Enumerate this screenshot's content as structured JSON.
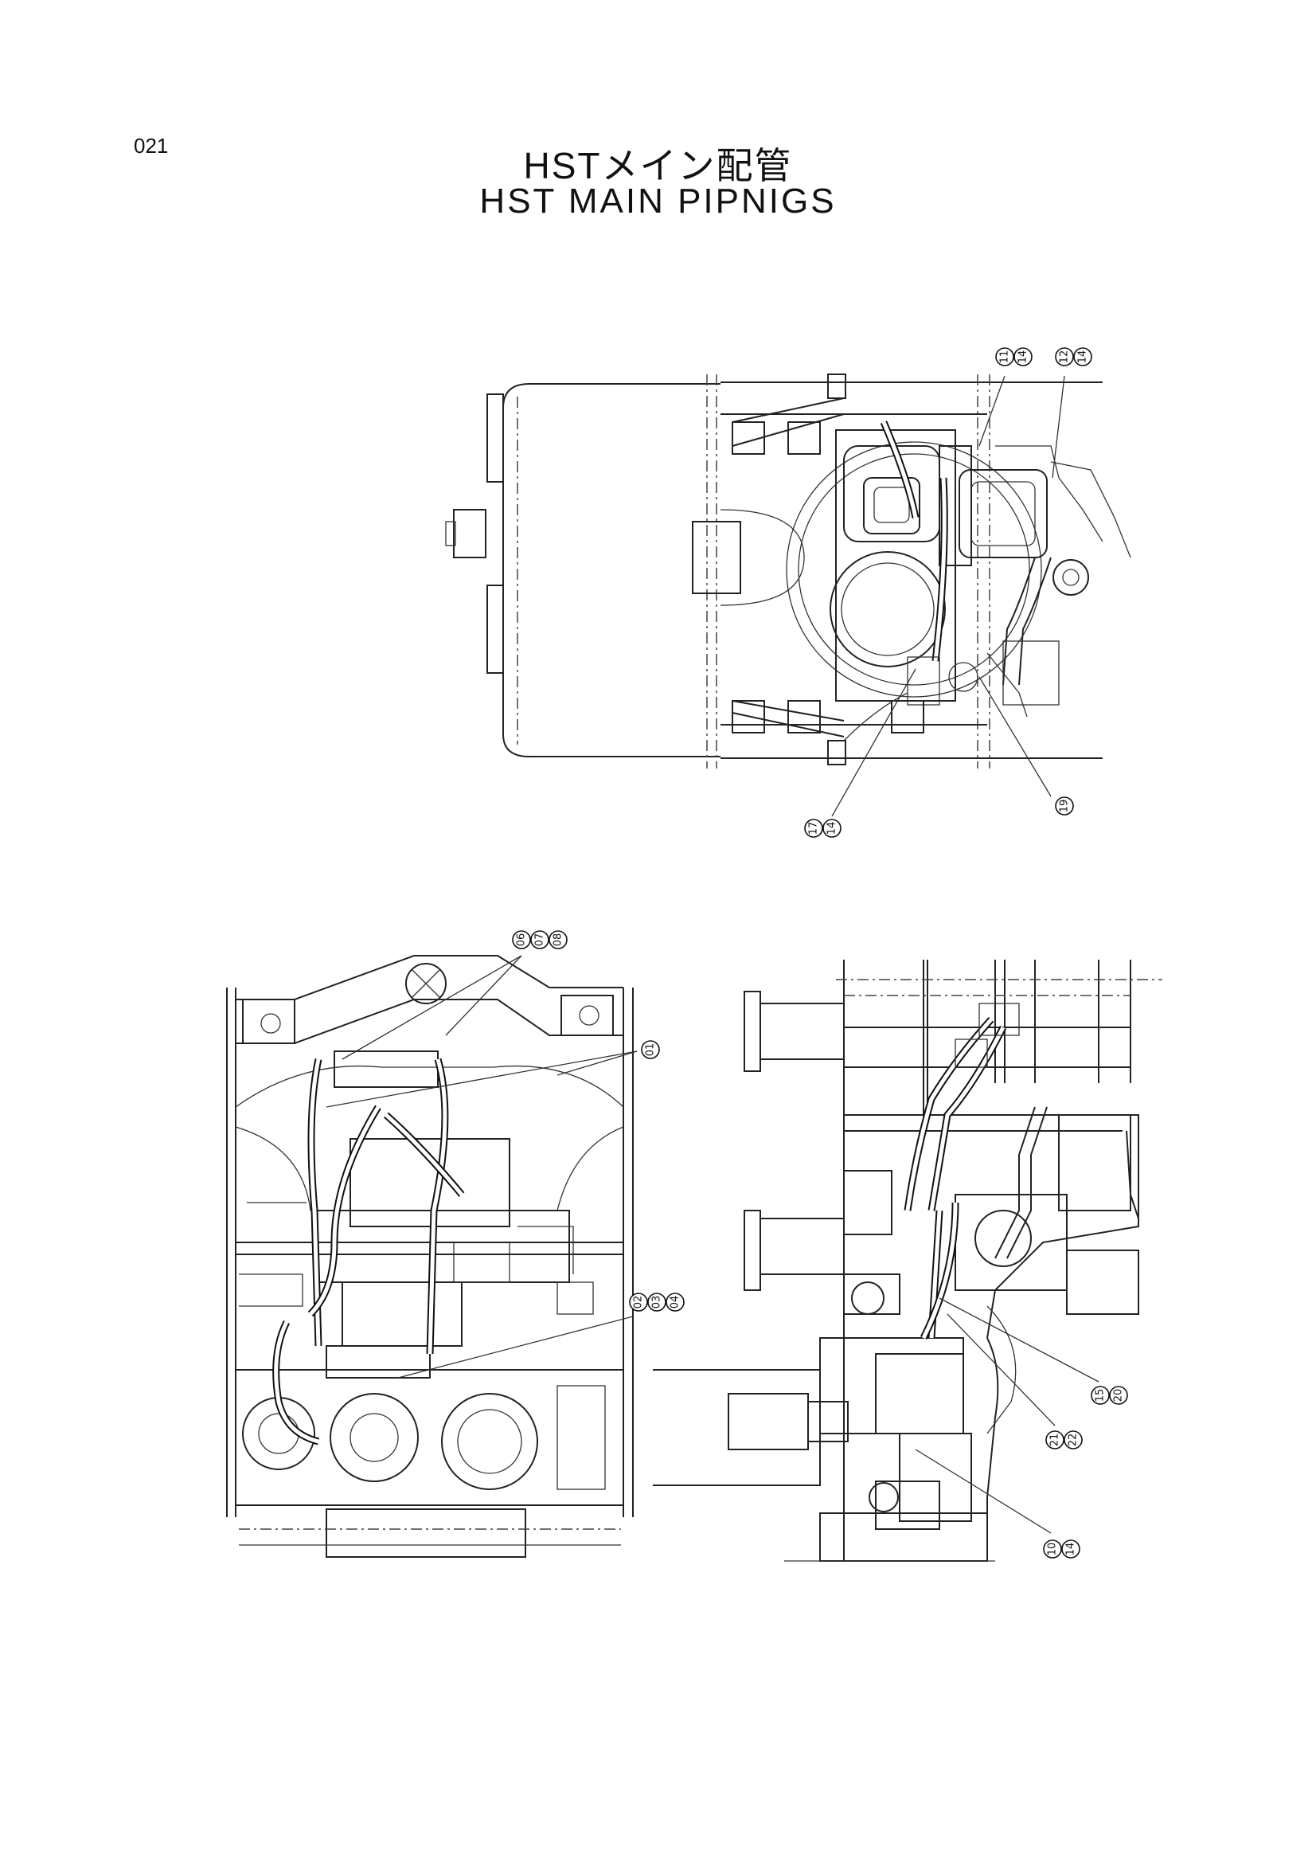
{
  "page": {
    "number": "021",
    "title_jp": "HSTメイン配管",
    "title_en": "HST MAIN PIPNIGS"
  },
  "callouts": {
    "c11": "11",
    "c14a": "14",
    "c12": "12",
    "c14b": "14",
    "c17": "17",
    "c14c": "14",
    "c19": "19",
    "c06": "06",
    "c07": "07",
    "c08": "08",
    "c01": "01",
    "c02": "02",
    "c03": "03",
    "c04": "04",
    "c15": "15",
    "c20": "20",
    "c21": "21",
    "c22": "22",
    "c10": "10",
    "c14d": "14"
  },
  "colors": {
    "line": "#222222",
    "background": "#ffffff"
  }
}
